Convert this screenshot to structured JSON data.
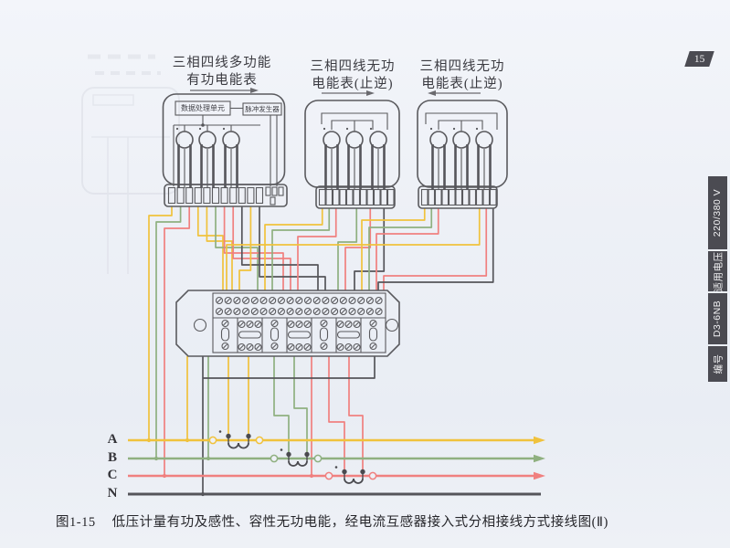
{
  "page": {
    "number": "15",
    "background": "#eef1f7"
  },
  "figure_caption": {
    "label": "图1-15",
    "text": "低压计量有功及感性、容性无功电能，经电流互感器接入式分相接线方式接线图(Ⅱ)"
  },
  "sidebar_badges": [
    {
      "label": "220/380 V"
    },
    {
      "label": "适用电压"
    },
    {
      "label": "D3-6NB"
    },
    {
      "label": "编号"
    }
  ],
  "meters": [
    {
      "title_line1": "三相四线多功能",
      "title_line2": "有功电能表",
      "direction_arrow": "right",
      "components": {
        "data_unit": "数据处理单元",
        "pulse_generator": "脉冲发生器"
      }
    },
    {
      "title_line1": "三相四线无功",
      "title_line2": "电能表(止逆)",
      "direction_arrow": "right"
    },
    {
      "title_line1": "三相四线无功",
      "title_line2": "电能表(止逆)",
      "direction_arrow": "left"
    }
  ],
  "bus_lines": [
    {
      "label": "A",
      "color": "#f0c23c",
      "has_arrow": true
    },
    {
      "label": "B",
      "color": "#8fb080",
      "has_arrow": true
    },
    {
      "label": "C",
      "color": "#f0807f",
      "has_arrow": true
    },
    {
      "label": "N",
      "color": "#55555a",
      "has_arrow": false
    }
  ],
  "colors": {
    "outline": "#5a5a5e",
    "badge_bg": "#4b4b52",
    "badge_text": "#f1f1f3",
    "ct_metal": "#4a4a4f"
  }
}
